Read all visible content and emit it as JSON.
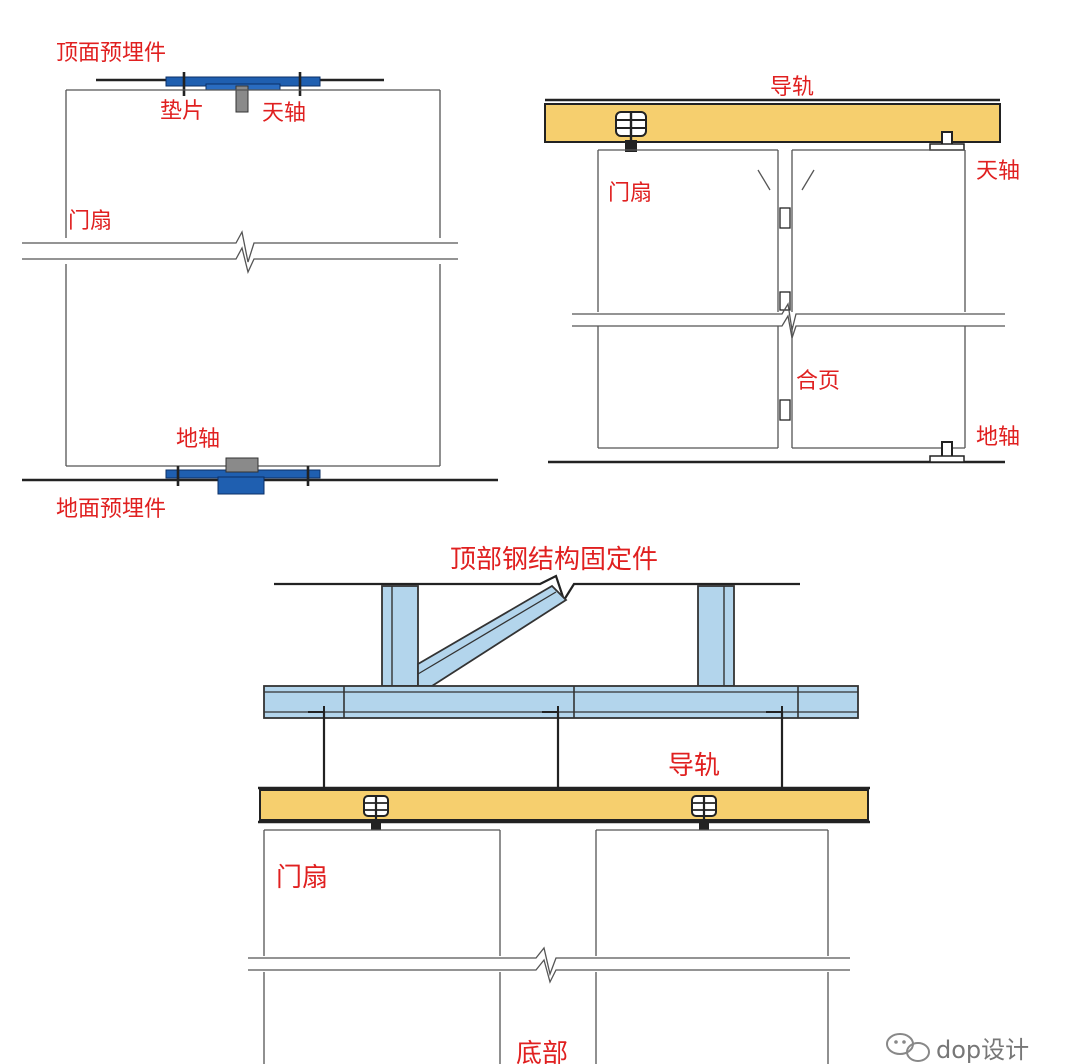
{
  "colors": {
    "label": "#e02020",
    "rail_fill": "#f6cf6e",
    "steel_fill": "#b3d5ec",
    "plate_fill": "#1f5fb0",
    "pivot_fill": "#8a8a8a"
  },
  "diagram1": {
    "top_embed_label": "顶面预埋件",
    "shim_label": "垫片",
    "top_pivot_label": "天轴",
    "leaf_label": "门扇",
    "floor_pivot_label": "地轴",
    "floor_embed_label": "地面预埋件"
  },
  "diagram2": {
    "rail_label": "导轨",
    "top_pivot_label": "天轴",
    "leaf_label": "门扇",
    "hinge_label": "合页",
    "floor_pivot_label": "地轴"
  },
  "diagram3": {
    "steel_fixing_label": "顶部钢结构固定件",
    "rail_label": "导轨",
    "leaf_label": "门扇",
    "bottom_label": "底部"
  },
  "watermark": {
    "icon": "wechat-icon",
    "text": "dop设计"
  }
}
